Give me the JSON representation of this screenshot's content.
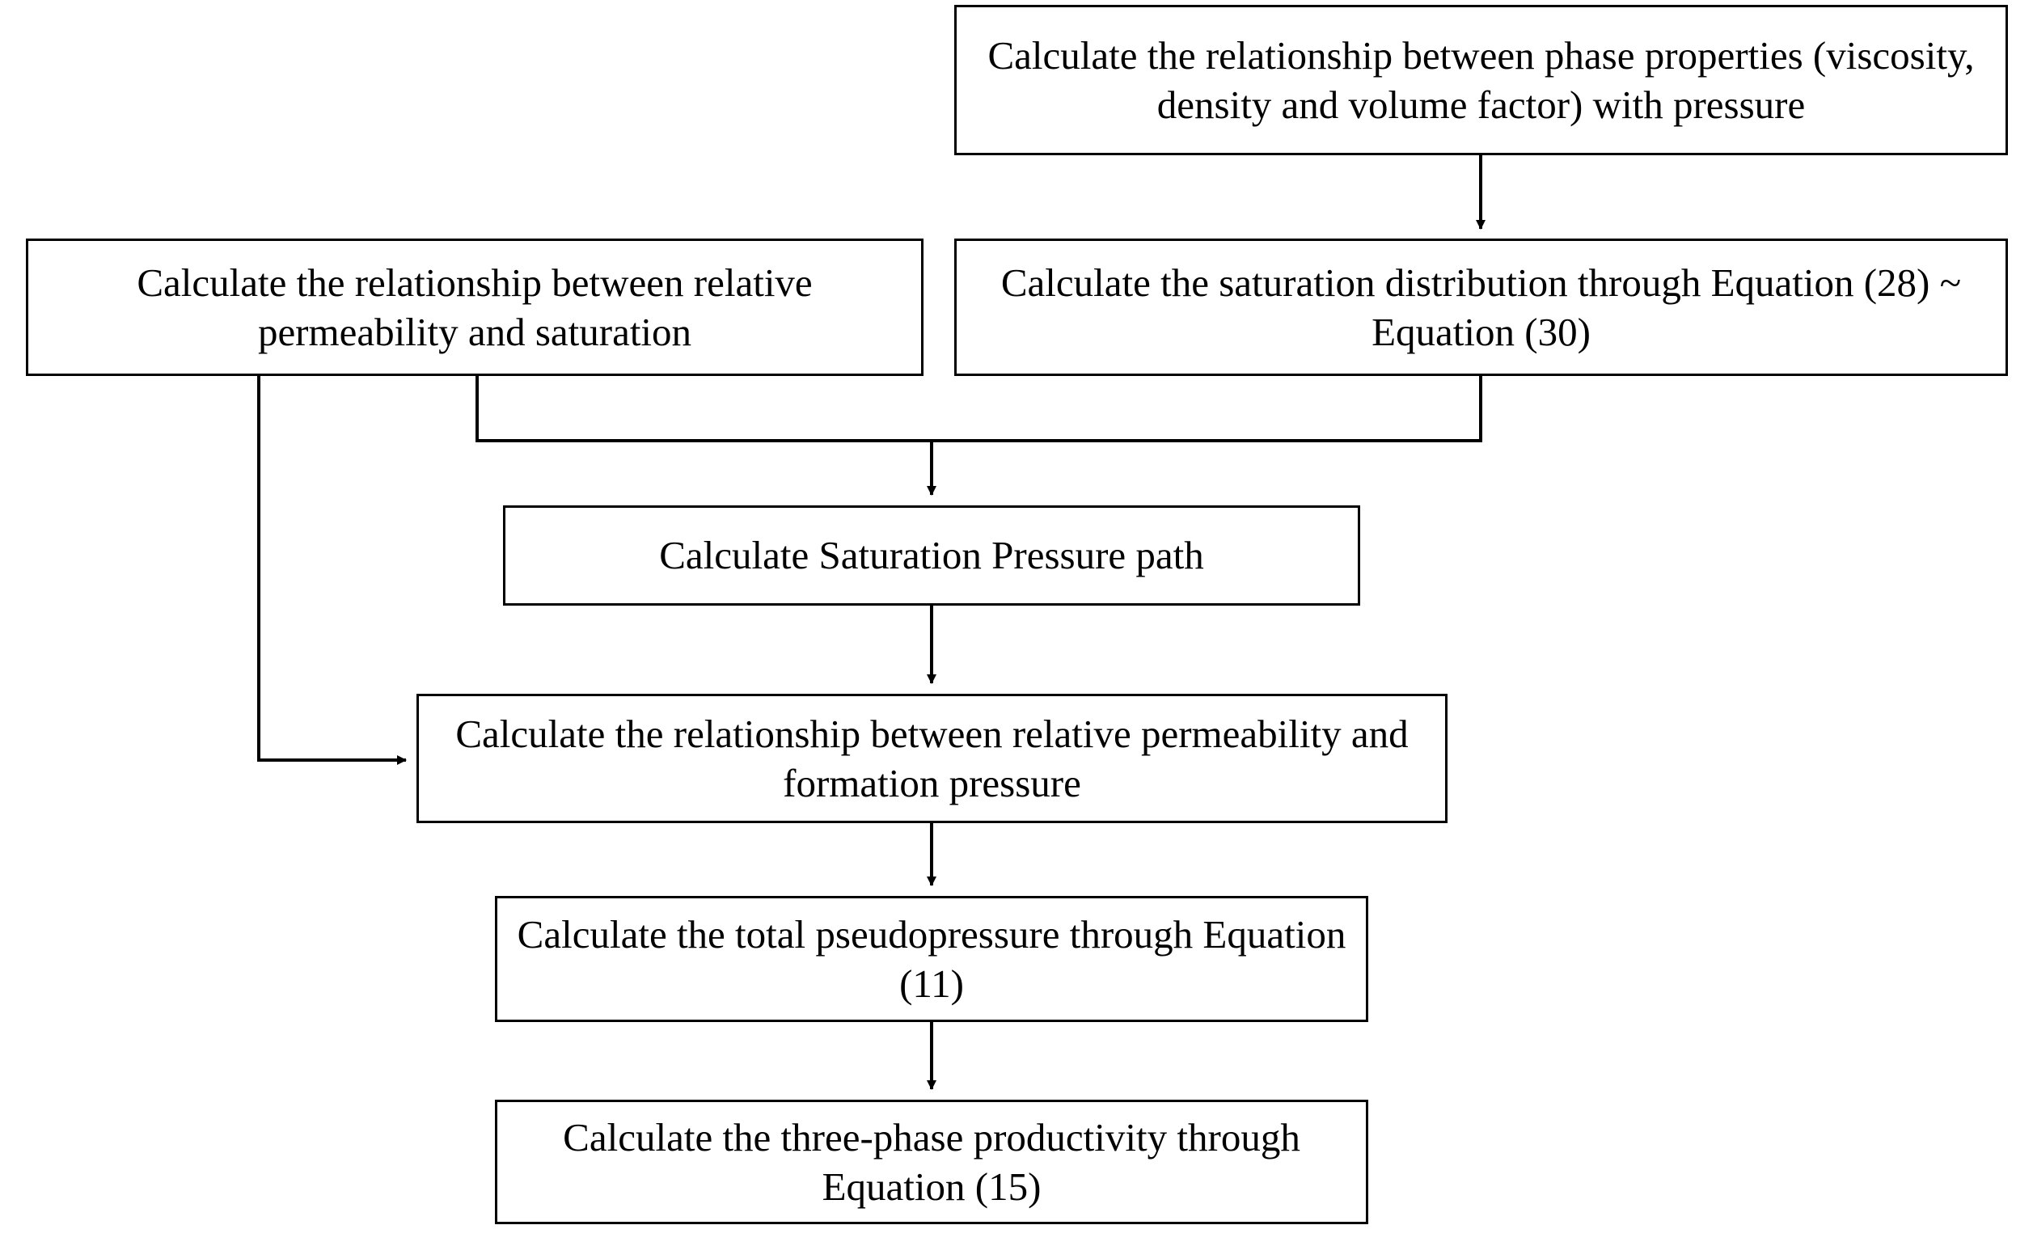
{
  "diagram": {
    "title": "Three-phase productivity calculation workflow",
    "background_color": "#ffffff",
    "line_color": "#000000",
    "text_color": "#000000",
    "nodes": [
      {
        "id": "phase-props",
        "text": "Calculate the relationship between phase properties (viscosity, density and volume factor) with pressure"
      },
      {
        "id": "rel-perm-sat",
        "text": "Calculate the relationship between relative permeability and saturation"
      },
      {
        "id": "sat-dist",
        "text": "Calculate the saturation distribution through Equation (28) ~ Equation (30)"
      },
      {
        "id": "sat-press",
        "text": "Calculate Saturation Pressure path"
      },
      {
        "id": "rel-perm-pres",
        "text": "Calculate the relationship between relative permeability and formation pressure"
      },
      {
        "id": "pseudopress",
        "text": "Calculate the total pseudopressure through Equation (11)"
      },
      {
        "id": "productivity",
        "text": "Calculate the three-phase productivity through Equation (15)"
      }
    ],
    "edges": [
      {
        "id": "e1",
        "from": "phase-props",
        "to": "sat-dist",
        "arrow": "down"
      },
      {
        "id": "e2",
        "from": "sat-dist",
        "to": "sat-press",
        "arrow": "down"
      },
      {
        "id": "e3",
        "from": "rel-perm-sat",
        "to": "sat-press",
        "arrow": "down"
      },
      {
        "id": "e4",
        "from": "sat-press",
        "to": "rel-perm-pres",
        "arrow": "down"
      },
      {
        "id": "e5",
        "from": "rel-perm-sat",
        "to": "rel-perm-pres",
        "arrow": "right"
      },
      {
        "id": "e6",
        "from": "rel-perm-pres",
        "to": "pseudopress",
        "arrow": "down"
      },
      {
        "id": "e7",
        "from": "pseudopress",
        "to": "productivity",
        "arrow": "down"
      }
    ]
  }
}
